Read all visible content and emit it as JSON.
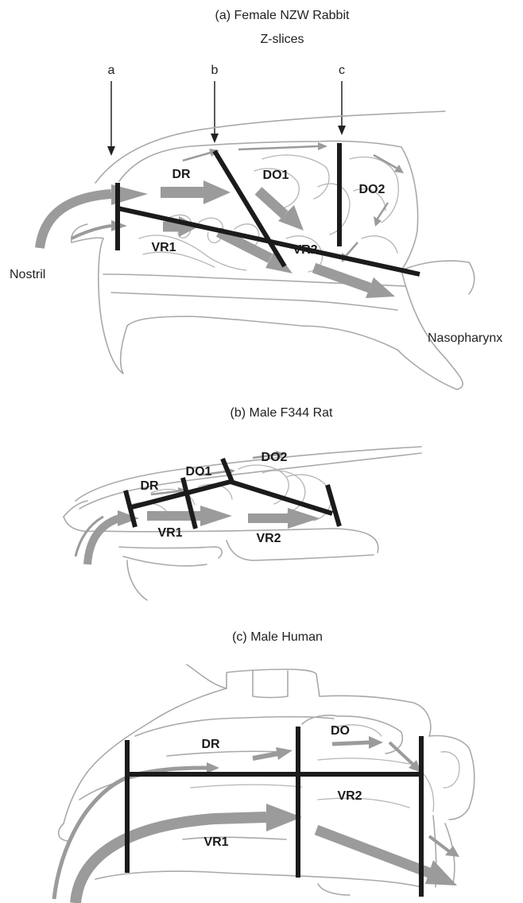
{
  "panels": {
    "rabbit": {
      "title": "(a) Female NZW Rabbit",
      "subtitle": "Z-slices",
      "slice_labels": [
        "a",
        "b",
        "c"
      ],
      "regions": {
        "dr": "DR",
        "do1": "DO1",
        "do2": "DO2",
        "vr1": "VR1",
        "vr2": "VR2"
      },
      "nostril_label": "Nostril",
      "nasopharynx_label": "Nasopharynx"
    },
    "rat": {
      "title": "(b) Male F344 Rat",
      "regions": {
        "dr": "DR",
        "do1": "DO1",
        "do2": "DO2",
        "vr1": "VR1",
        "vr2": "VR2"
      }
    },
    "human": {
      "title": "(c) Male Human",
      "regions": {
        "dr": "DR",
        "do": "DO",
        "vr1": "VR1",
        "vr2": "VR2"
      }
    }
  },
  "colors": {
    "outline": "#a9a9a9",
    "flow_arrow": "#9b9b9b",
    "section_line": "#1b1b1b"
  }
}
